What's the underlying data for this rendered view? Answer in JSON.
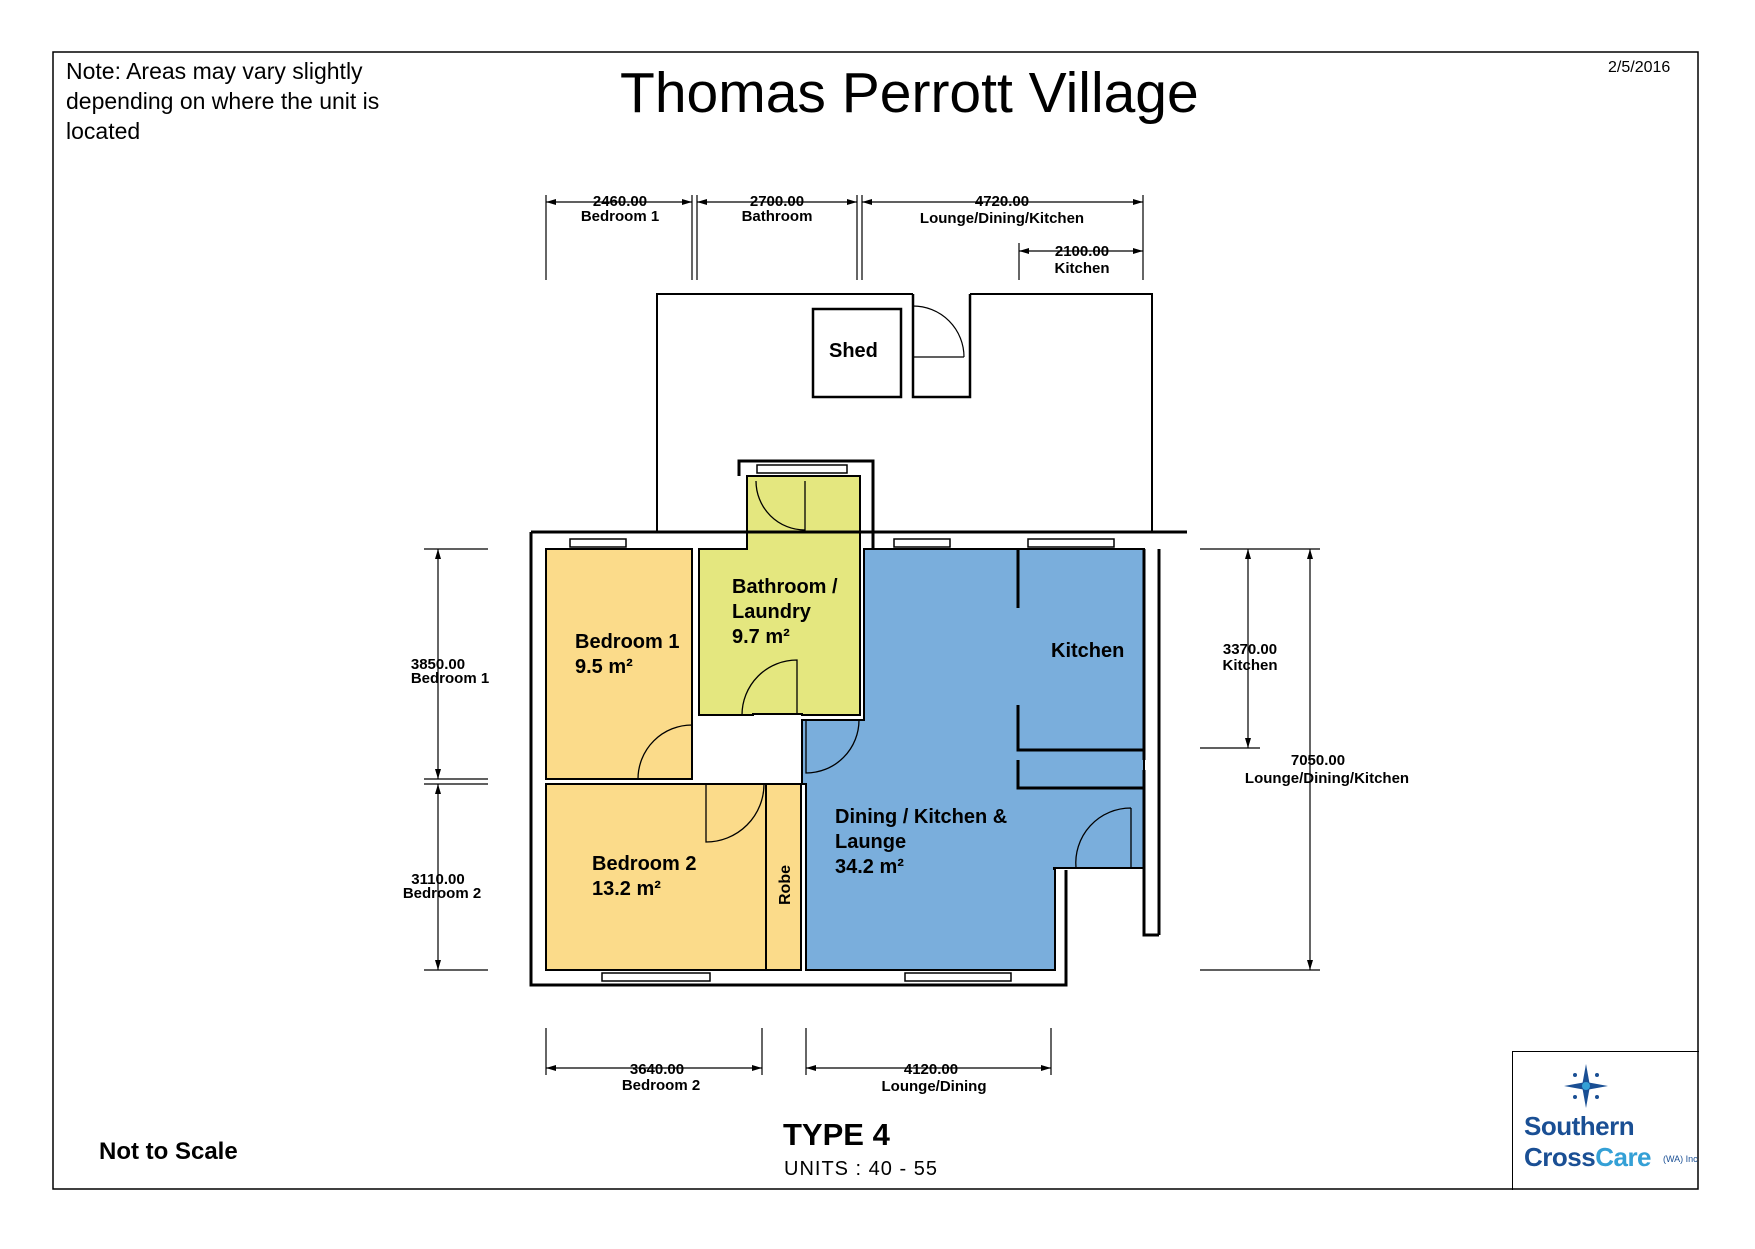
{
  "header": {
    "note": "Note: Areas may vary slightly depending on where the unit is located",
    "title": "Thomas Perrott Village",
    "date": "2/5/2016"
  },
  "rooms": {
    "shed": "Shed",
    "bathroom": {
      "name1": "Bathroom /",
      "name2": "Laundry",
      "area": "9.7 m²"
    },
    "bedroom1": {
      "name": "Bedroom 1",
      "area": "9.5 m²"
    },
    "bedroom2": {
      "name": "Bedroom 2",
      "area": "13.2 m²"
    },
    "kitchen": "Kitchen",
    "robe": "Robe",
    "dining": {
      "name1": "Dining / Kitchen &",
      "name2": "Launge",
      "area": "34.2 m²"
    }
  },
  "dimensions": {
    "top_bedroom1": {
      "value": "2460.00",
      "label": "Bedroom 1"
    },
    "top_bathroom": {
      "value": "2700.00",
      "label": "Bathroom"
    },
    "top_lounge": {
      "value": "4720.00",
      "label": "Lounge/Dining/Kitchen"
    },
    "top_kitchen": {
      "value": "2100.00",
      "label": "Kitchen"
    },
    "left_bedroom1": {
      "value": "3850.00",
      "label": "Bedroom 1"
    },
    "left_bedroom2": {
      "value": "3110.00",
      "label": "Bedroom 2"
    },
    "right_kitchen": {
      "value": "3370.00",
      "label": "Kitchen"
    },
    "right_lounge": {
      "value": "7050.00",
      "label": "Lounge/Dining/Kitchen"
    },
    "bottom_bedroom2": {
      "value": "3640.00",
      "label": "Bedroom 2"
    },
    "bottom_lounge": {
      "value": "4120.00",
      "label": "Lounge/Dining"
    }
  },
  "footer": {
    "scale_note": "Not to Scale",
    "type": "TYPE 4",
    "units": "UNITS : 40 - 55"
  },
  "logo": {
    "line1": "Southern",
    "line2_a": "Cross",
    "line2_b": "Care",
    "suffix": "(WA) Inc"
  },
  "colors": {
    "bedroom_fill": "#fbdb8a",
    "bathroom_fill": "#e4e77f",
    "living_fill": "#7aaedc",
    "logo_blue": "#1a4f94",
    "logo_light": "#34a0d6"
  }
}
